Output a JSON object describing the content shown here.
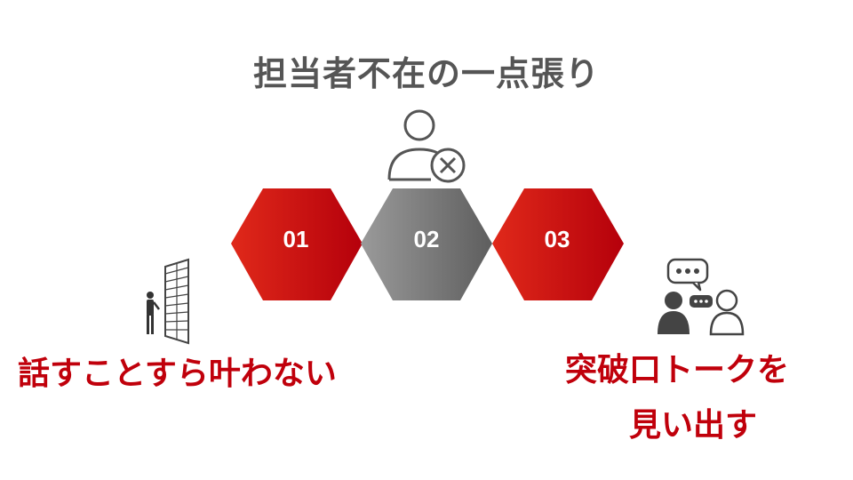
{
  "title": "担当者不在の一点張り",
  "hexagons": [
    {
      "label": "01",
      "color": "red"
    },
    {
      "label": "02",
      "color": "gray"
    },
    {
      "label": "03",
      "color": "red"
    }
  ],
  "icons": {
    "top": "user-x-icon",
    "left": "person-facing-wall-icon",
    "right": "two-people-talking-icon"
  },
  "captions": {
    "left": "話すことすら叶わない",
    "right_line1": "突破口トークを",
    "right_line2": "見い出す"
  },
  "colors": {
    "accent_red": "#c0000b",
    "title_gray": "#555555",
    "hex_gray": "#7a7a7a"
  }
}
